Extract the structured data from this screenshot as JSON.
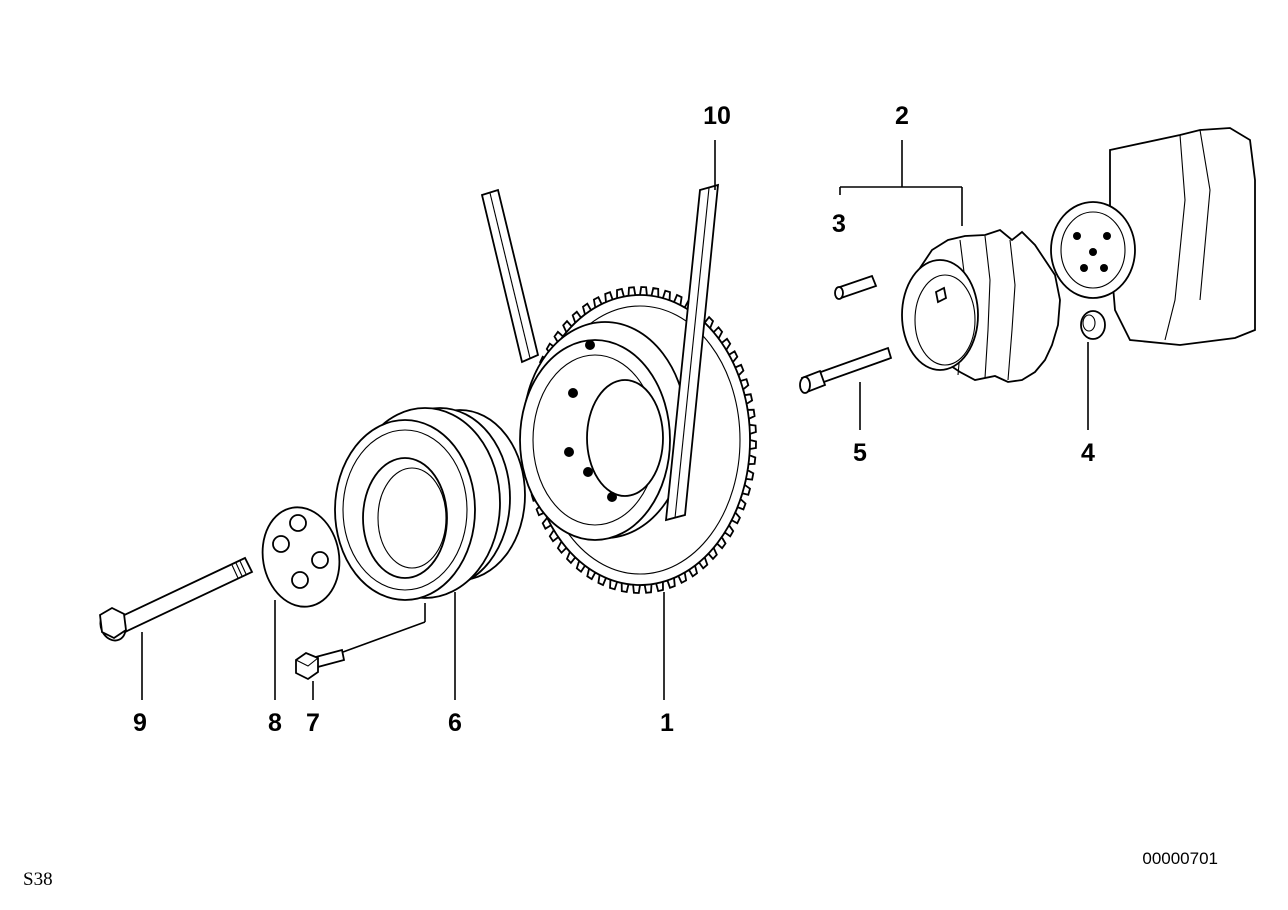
{
  "labels": {
    "p1": "1",
    "p2": "2",
    "p3": "3",
    "p4": "4",
    "p5": "5",
    "p6": "6",
    "p7": "7",
    "p8": "8",
    "p9": "9",
    "p10": "10"
  },
  "footer": {
    "left_code": "S38",
    "right_code": "00000701"
  }
}
